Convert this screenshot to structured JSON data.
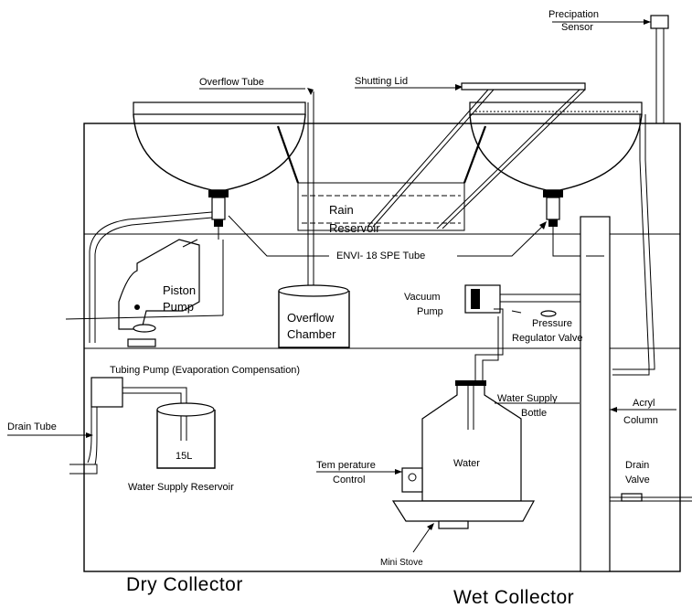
{
  "labels": {
    "precipitation_sensor": [
      "Precipation",
      "Sensor"
    ],
    "overflow_tube": "Overflow Tube",
    "shutting_lid": "Shutting Lid",
    "rain_reservoir": [
      "Rain",
      "Reservoir"
    ],
    "envi_tube": "ENVI- 18 SPE Tube",
    "piston_pump": [
      "Piston",
      "Pump"
    ],
    "overflow_chamber": [
      "Overflow",
      "Chamber"
    ],
    "vacuum_pump": [
      "Vacuum",
      "Pump"
    ],
    "pressure_regulator": [
      "Pressure",
      "Regulator Valve"
    ],
    "tubing_pump": "Tubing Pump (Evaporation Compensation)",
    "drain_tube": "Drain Tube",
    "water_supply_bottle": [
      "Water Supply",
      "Bottle"
    ],
    "acryl_column": [
      "Acryl",
      "Column"
    ],
    "reservoir_volume": "15L",
    "water_supply_reservoir": "Water Supply Reservoir",
    "water": "Water",
    "temperature_control": [
      "Tem perature",
      "Control"
    ],
    "drain_valve": [
      "Drain",
      "Valve"
    ],
    "mini_stove": "Mini Stove",
    "dry_collector": "Dry Collector",
    "wet_collector": "Wet Collector"
  }
}
